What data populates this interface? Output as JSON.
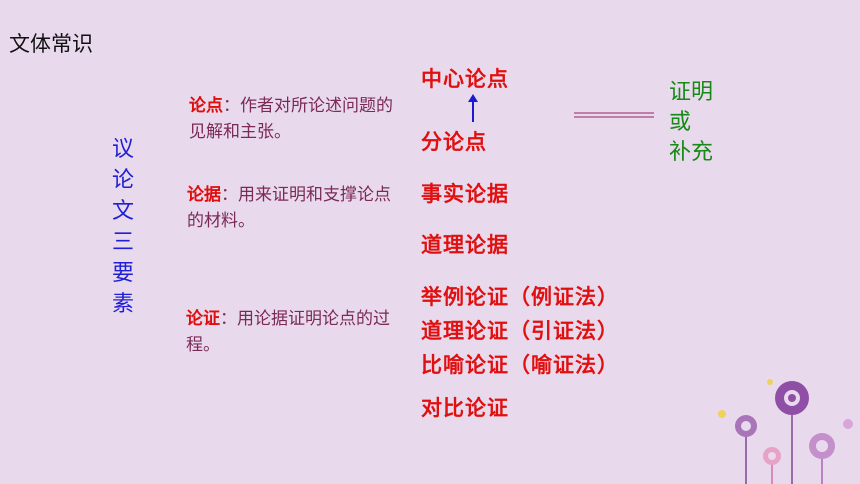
{
  "title": "文体常识",
  "vertical_label": "议论文三要素",
  "definitions": [
    {
      "term": "论点",
      "text": "：作者对所论述问题的见解和主张。"
    },
    {
      "term": "论据",
      "text": "：用来证明和支撑论点的材料。"
    },
    {
      "term": "论证",
      "text": "：用论据证明论点的过程。"
    }
  ],
  "right_column": {
    "central_point": "中心论点",
    "sub_point": "分论点",
    "evidence": [
      "事实论据",
      "道理论据"
    ],
    "methods": [
      "举例论证（例证法）",
      "道理论证（引证法）",
      "比喻论证（喻证法）",
      "对比论证"
    ]
  },
  "relation": {
    "line1": "证明",
    "line2": "或",
    "line3": "补充"
  },
  "colors": {
    "background": "#e9d9ec",
    "term": "#e00d0d",
    "definition": "#7a2a55",
    "vertical": "#1f1fd6",
    "relation": "#168a16",
    "arrow": "#1a1ad0"
  }
}
